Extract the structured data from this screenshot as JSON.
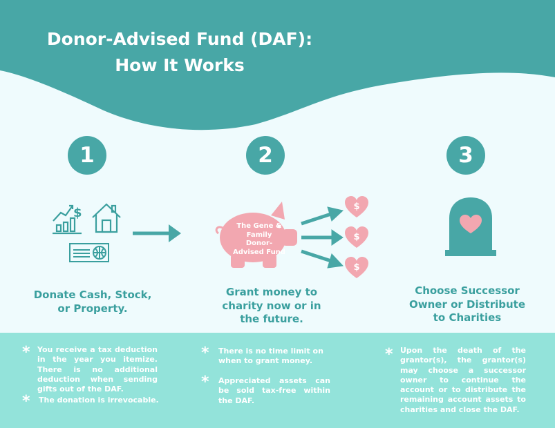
{
  "title": {
    "line1": "Donor-Advised Fund (DAF):",
    "line2": "How It Works"
  },
  "colors": {
    "teal": "#48a7a6",
    "mint": "#93e3da",
    "pink": "#f2a7b0",
    "background": "#effbfd"
  },
  "steps": [
    {
      "number": "1",
      "title": "Donate Cash, Stock, or Property.",
      "icons": [
        "stock-chart-icon",
        "house-icon",
        "check-icon",
        "arrow-right-icon"
      ],
      "bullets": [
        "You receive a tax deduction in the year you itemize. There is no additional deduction when sending gifts out of the DAF.",
        "The donation is irrevocable."
      ]
    },
    {
      "number": "2",
      "title": "Grant money to charity now or in the future.",
      "fund_label": "The Gene & Family Donor-Advised Fund",
      "heart_symbol": "$",
      "icons": [
        "piggy-bank-icon",
        "arrow-icon",
        "dollar-heart-icon"
      ],
      "bullets": [
        "There is no time limit on when to grant money.",
        "Appreciated assets can be sold tax-free within the DAF."
      ]
    },
    {
      "number": "3",
      "title": "Choose Successor Owner or Distribute to Charities",
      "icons": [
        "heart-tombstone-icon"
      ],
      "bullets": [
        "Upon the death of the grantor(s), the grantor(s) may choose a successor owner to continue the account or to distribute the remaining account assets to charities and close the DAF."
      ]
    }
  ]
}
